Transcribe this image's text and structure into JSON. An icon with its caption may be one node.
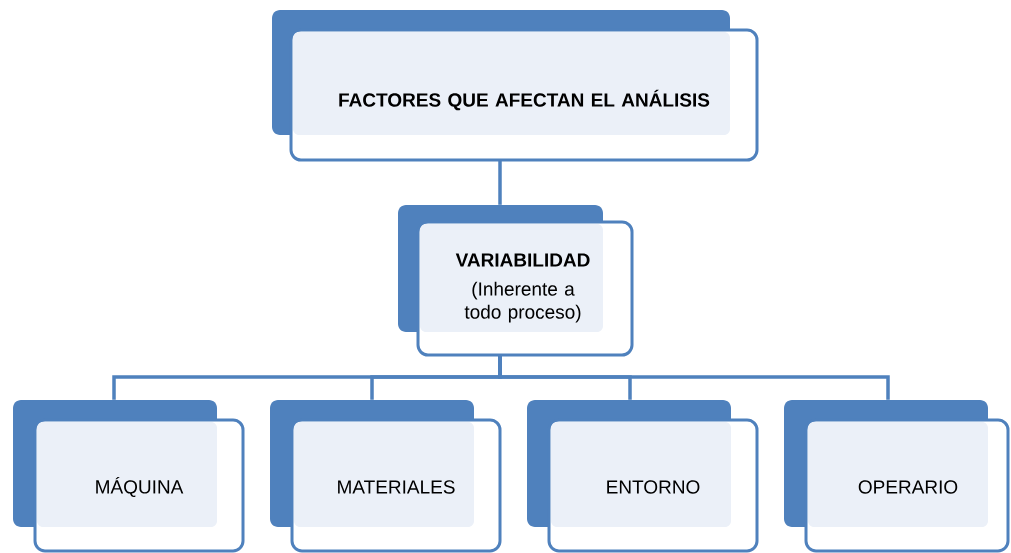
{
  "diagram": {
    "nodes": [
      {
        "text": [
          "FACTORES QUE AFECTAN EL ANÁLISIS"
        ]
      },
      {
        "text": [
          "VARIABILIDAD",
          "(Inherente a todo proceso)"
        ]
      },
      {
        "text": [
          "MÁQUINA"
        ]
      },
      {
        "text": [
          "MATERIALES"
        ]
      },
      {
        "text": [
          "ENTORNO"
        ]
      },
      {
        "text": [
          "OPERARIO"
        ]
      }
    ],
    "edges": [
      {
        "from": 0,
        "to": 1,
        "arrow": "none"
      },
      {
        "from": 1,
        "to": 2,
        "arrow": "none"
      },
      {
        "from": 1,
        "to": 3,
        "arrow": "none"
      },
      {
        "from": 1,
        "to": 4,
        "arrow": "none"
      },
      {
        "from": 1,
        "to": 5,
        "arrow": "none"
      }
    ]
  }
}
